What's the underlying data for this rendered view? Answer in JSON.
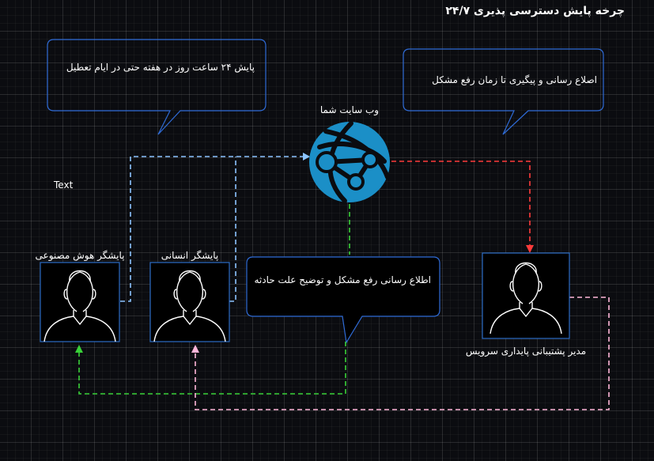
{
  "title": "چرخه پایش دسترسی پذیری ۲۴/۷",
  "website_label": "وب سایت شما",
  "stray_text": "Text",
  "bubbles": {
    "monitoring": "پایش ۲۴ ساعت روز در هفته حتی در ایام تعطیل",
    "notification": "اصلاع رسانی و پیگیری تا زمان رفع مشکل",
    "resolution": "اطلاع رسانی رفع مشکل و توضیح علت حادثه"
  },
  "actors": {
    "ai_monitor": "پایشگر هوش مصنوعی",
    "human_monitor": "پایشگر انسانی",
    "service_manager": "مدیر پشتیبانی پایداری سرویس"
  },
  "colors": {
    "background": "#0b0c10",
    "bubble_stroke": "#2f6bd6",
    "actor_stroke": "#2b6cc4",
    "globe": "#1b8fc7",
    "link_blue": "#8cc4ff",
    "link_red": "#ff3b3b",
    "link_green": "#39d139",
    "link_pink": "#ffb6d9"
  },
  "icons": [
    "globe-network-icon",
    "person-icon"
  ]
}
